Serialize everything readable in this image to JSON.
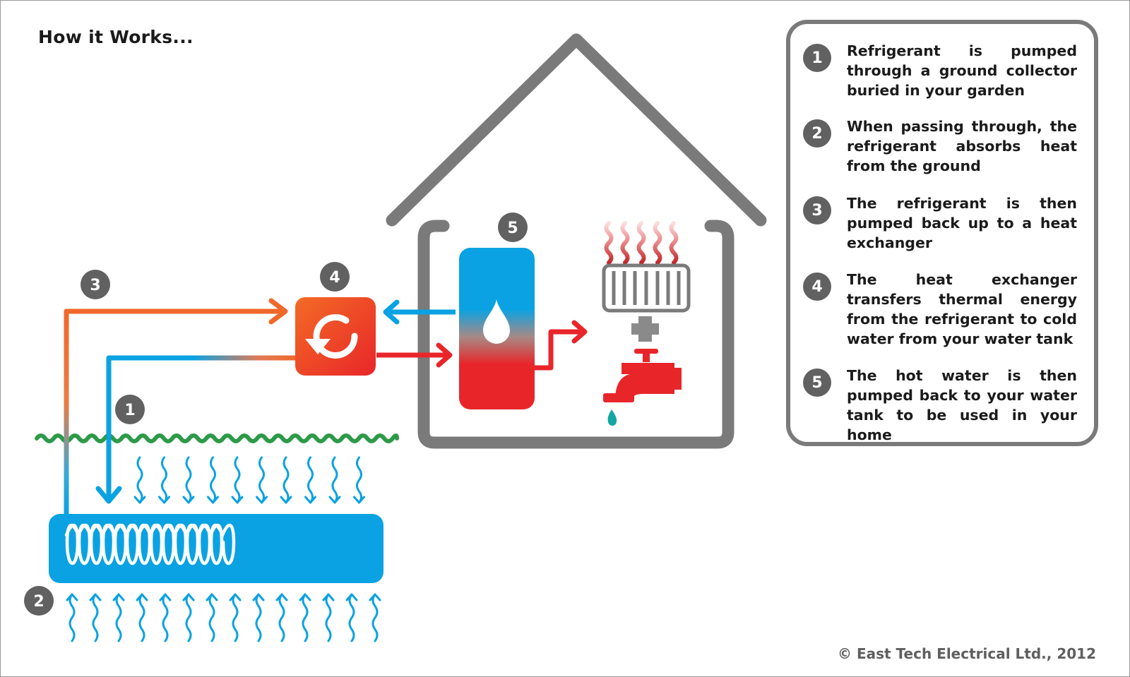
{
  "title": "How it Works...",
  "diagram_markers": [
    "1",
    "2",
    "3",
    "4",
    "5"
  ],
  "steps": [
    {
      "number": "1",
      "text": "Refrigerant is pumped through a ground collector buried in your garden"
    },
    {
      "number": "2",
      "text": "When passing through, the refrigerant absorbs heat from the ground"
    },
    {
      "number": "3",
      "text": "The refrigerant is then pumped back up to a heat exchanger"
    },
    {
      "number": "4",
      "text": "The heat exchanger transfers thermal energy from the refrigerant to cold water from your water tank"
    },
    {
      "number": "5",
      "text": "The hot water is then pumped back to your water tank to be used in your home"
    }
  ],
  "copyright": "© East Tech Electrical Ltd., 2012",
  "colors": {
    "cold_blue": "#0aa2e2",
    "hot_red": "#e8262a",
    "orange": "#f0682a",
    "house_grey": "#7a7a7a",
    "grass_green": "#2c9a48",
    "badge_grey": "#616161"
  }
}
